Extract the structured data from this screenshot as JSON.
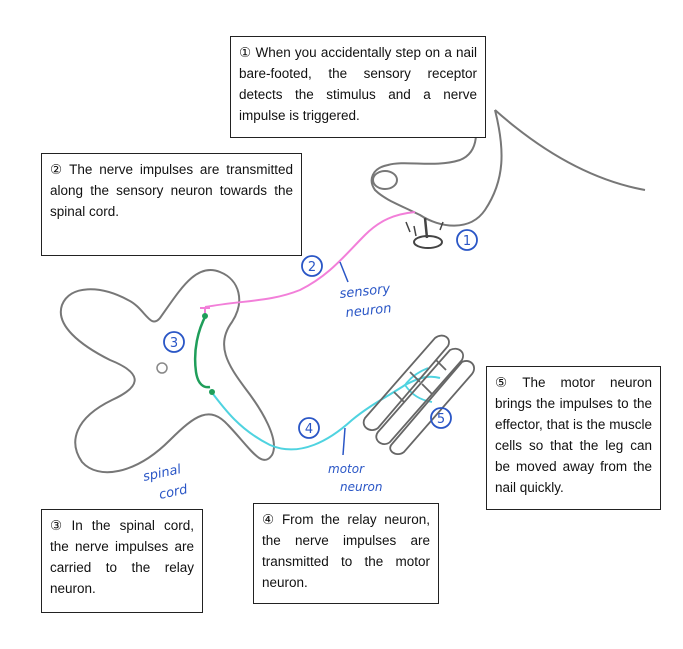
{
  "callouts": [
    {
      "num": "①",
      "text": "When you accidentally step on a nail bare-footed, the sensory receptor detects the stimulus and a nerve impulse is triggered."
    },
    {
      "num": "②",
      "text": "The nerve impulses are transmitted along the sensory neuron towards the spinal cord."
    },
    {
      "num": "③",
      "text": "In the spinal cord, the nerve impulses are carried to the relay neuron."
    },
    {
      "num": "④",
      "text": "From the relay neuron, the nerve impulses are transmitted to the motor neuron."
    },
    {
      "num": "⑤",
      "text": "The motor neuron brings the impulses to the effector, that is the muscle cells so that the leg can be moved away from the nail quickly."
    }
  ],
  "handwritten": {
    "sensory_1": "sensory",
    "sensory_2": "neuron",
    "motor_1": "motor",
    "motor_2": "neuron",
    "spinal_1": "spinal",
    "spinal_2": "cord",
    "marker_1": "1",
    "marker_2": "2",
    "marker_3": "3",
    "marker_4": "4",
    "marker_5": "5"
  },
  "colors": {
    "sensory_neuron": "#f27fd9",
    "relay_neuron": "#1f9e5a",
    "motor_neuron": "#4fd3e0",
    "label_ink": "#2a56c6",
    "outline": "#777777"
  }
}
